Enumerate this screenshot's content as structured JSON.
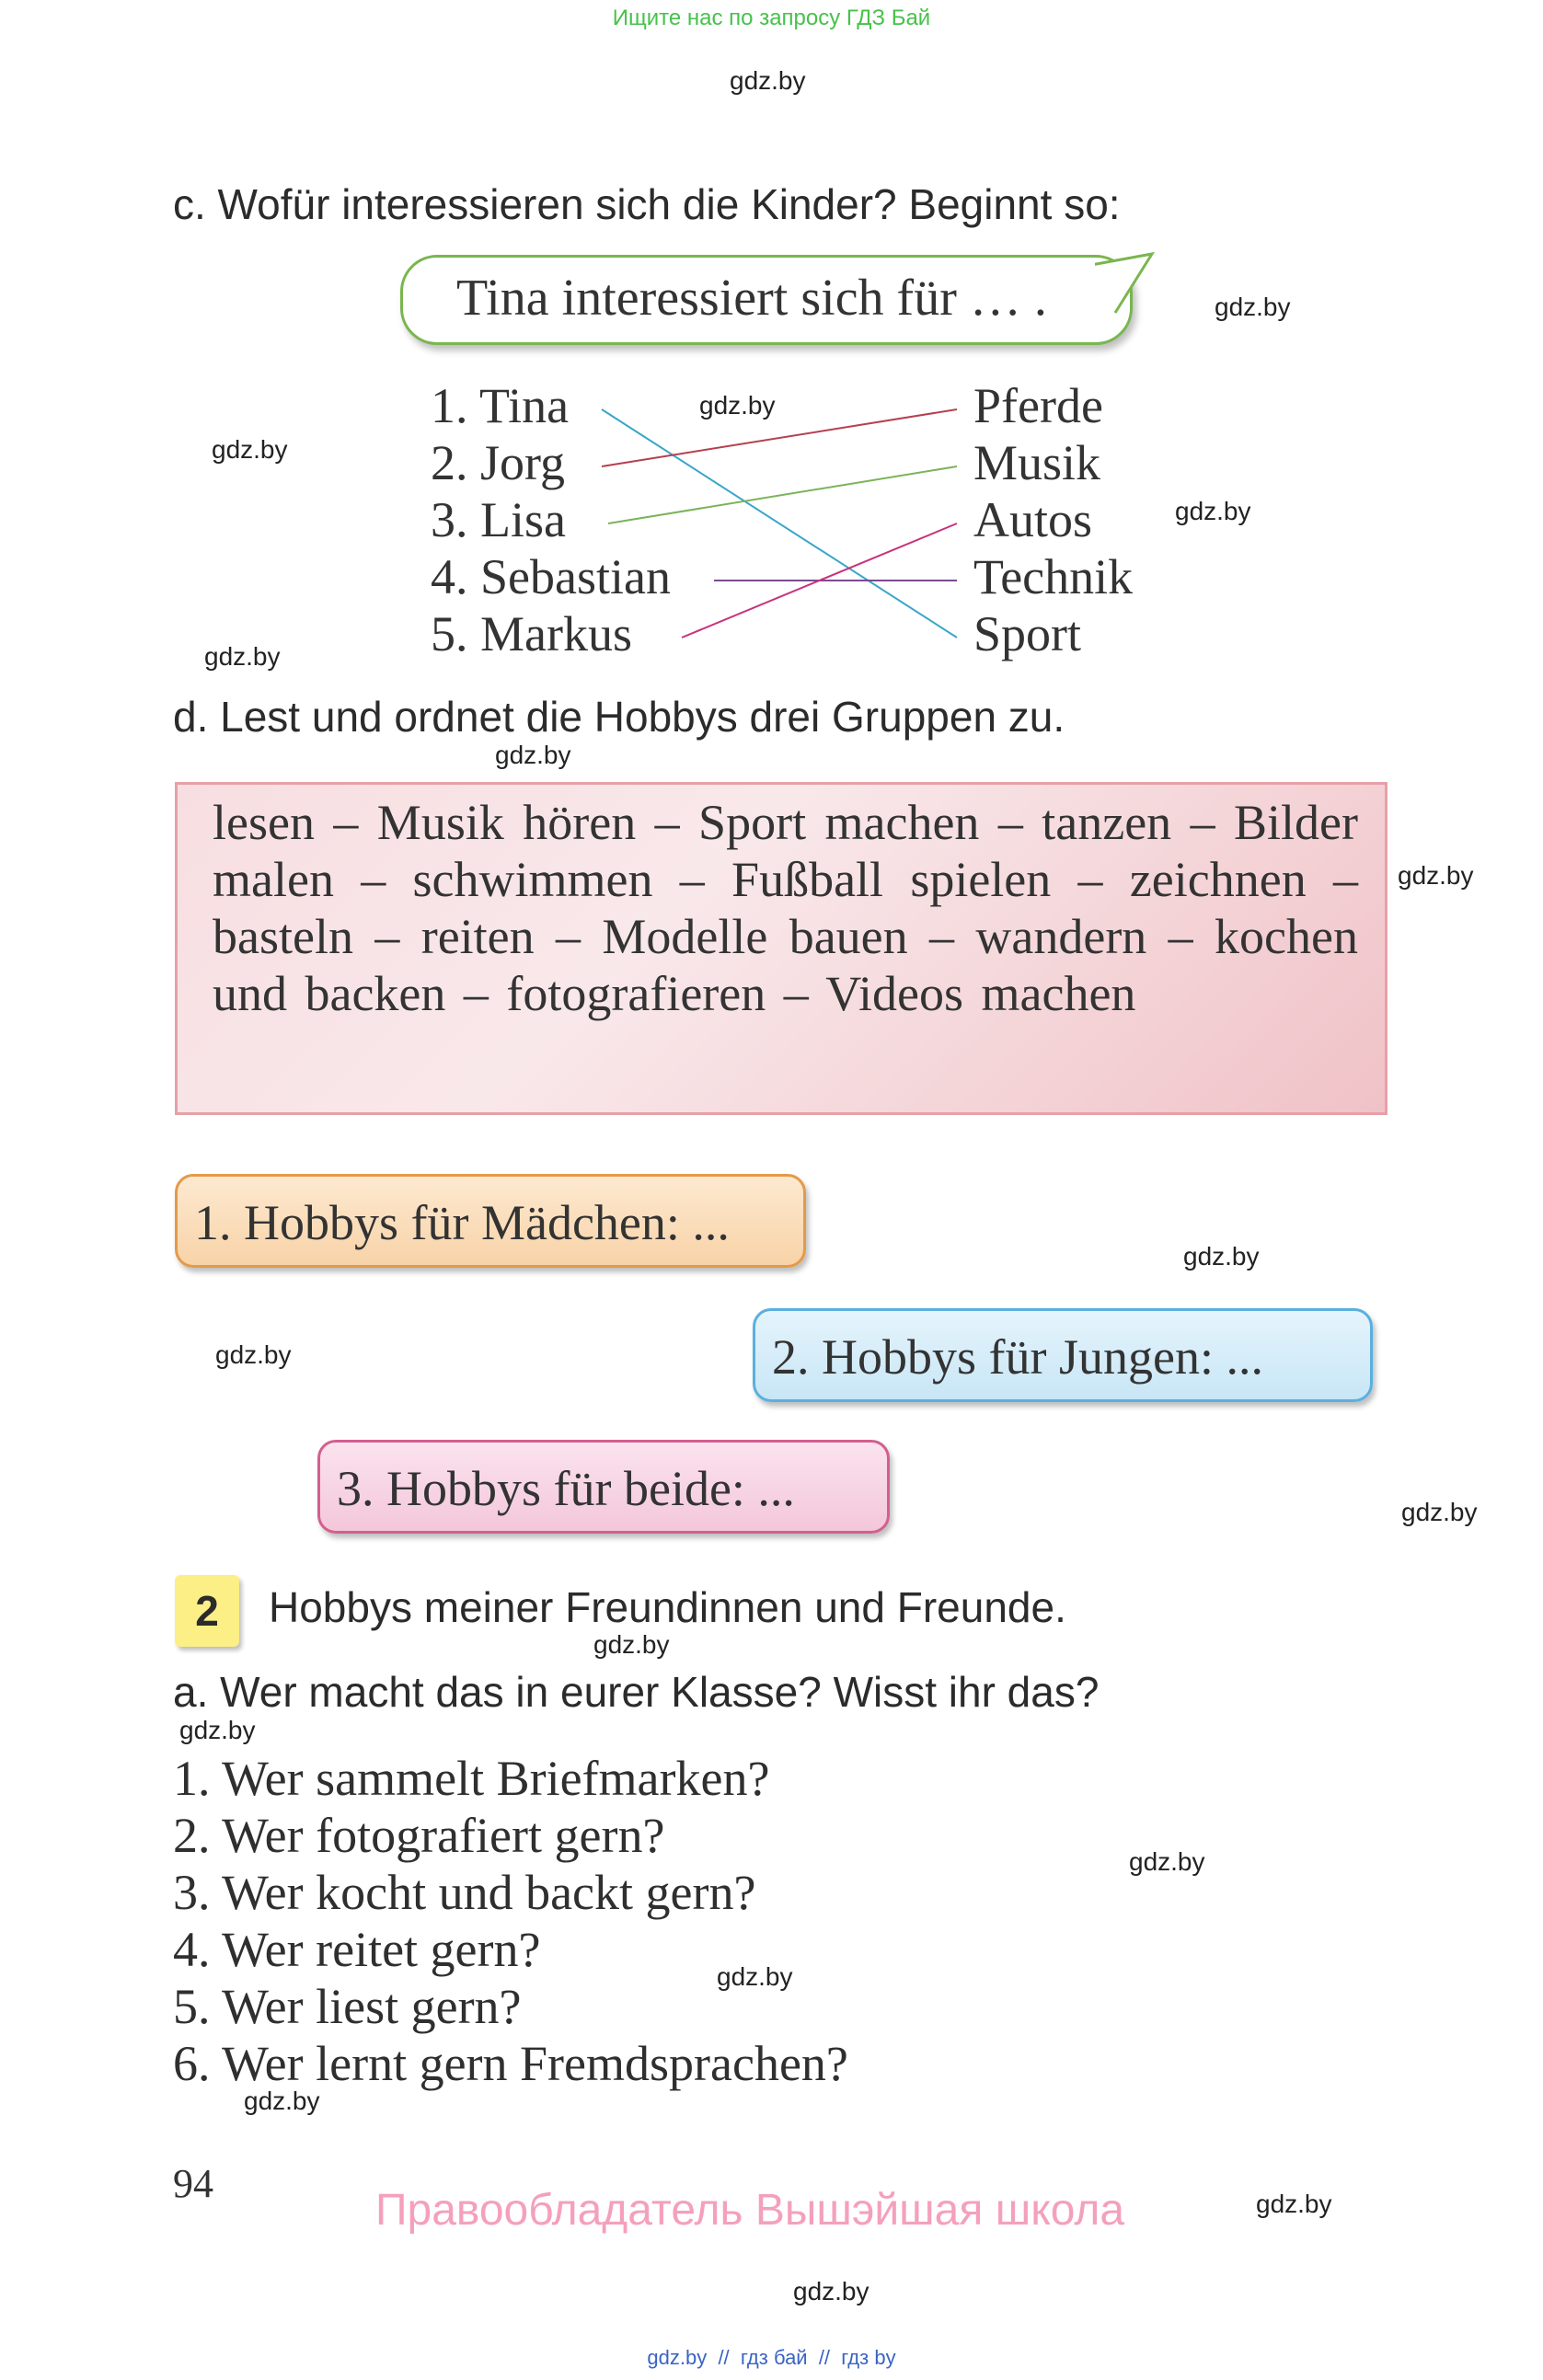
{
  "top_banner": "Ищите нас по запросу ГДЗ Бай",
  "watermark": "gdz.by",
  "section_c": {
    "heading": "c. Wofür interessieren sich die Kinder? Beginnt so:",
    "bubble": "Tina interessiert sich für … ."
  },
  "matching": {
    "names": [
      "1. Tina",
      "2. Jorg",
      "3. Lisa",
      "4. Sebastian",
      "5. Markus"
    ],
    "topics": [
      "Pferde",
      "Musik",
      "Autos",
      "Technik",
      "Sport"
    ],
    "links": [
      {
        "from": 0,
        "to": 4,
        "color": "#3aa6c9"
      },
      {
        "from": 1,
        "to": 0,
        "color": "#b5404f"
      },
      {
        "from": 2,
        "to": 1,
        "color": "#7bb35a"
      },
      {
        "from": 3,
        "to": 3,
        "color": "#7a4b8c"
      },
      {
        "from": 4,
        "to": 2,
        "color": "#c8327d"
      }
    ]
  },
  "section_d": {
    "heading": "d. Lest und ordnet die Hobbys drei Gruppen zu.",
    "hobbies_text": "lesen – Musik hören – Sport machen – tanzen – Bilder malen – schwimmen – Fußball spielen – zeichnen – basteln – reiten – Modelle bauen – wandern – kochen und backen – fotografieren – Videos machen",
    "groups": [
      "1. Hobbys für Mädchen: ...",
      "2. Hobbys für Jungen: ...",
      "3. Hobbys für beide: ..."
    ]
  },
  "exercise_2": {
    "number": "2",
    "title": "Hobbys meiner Freundinnen und Freunde.",
    "sub_heading": "a. Wer macht das in eurer Klasse? Wisst ihr das?",
    "questions": [
      "1.  Wer sammelt Briefmarken?",
      "2.  Wer fotografiert gern?",
      "3.  Wer kocht und backt gern?",
      "4.  Wer reitet gern?",
      "5.  Wer liest gern?",
      "6.  Wer lernt gern Fremdsprachen?"
    ]
  },
  "page_number": "94",
  "copyright": "Правообладатель Вышэйшая школа",
  "footer_links": "gdz.by  //  гдз бай  //  гдз by"
}
